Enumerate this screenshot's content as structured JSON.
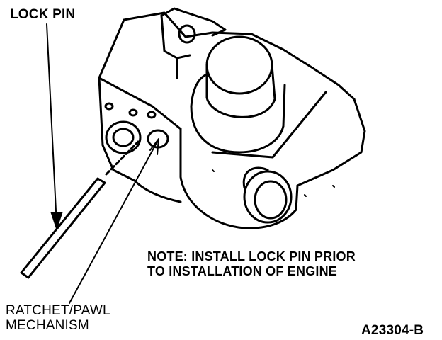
{
  "labels": {
    "lock_pin": "LOCK PIN",
    "ratchet_line1": "RATCHET/PAWL",
    "ratchet_line2": "MECHANISM",
    "note_line1": "NOTE: INSTALL LOCK PIN PRIOR",
    "note_line2": "TO INSTALLATION OF ENGINE",
    "figure_code": "A23304-B"
  },
  "colors": {
    "ink": "#000000",
    "paper": "#ffffff"
  }
}
